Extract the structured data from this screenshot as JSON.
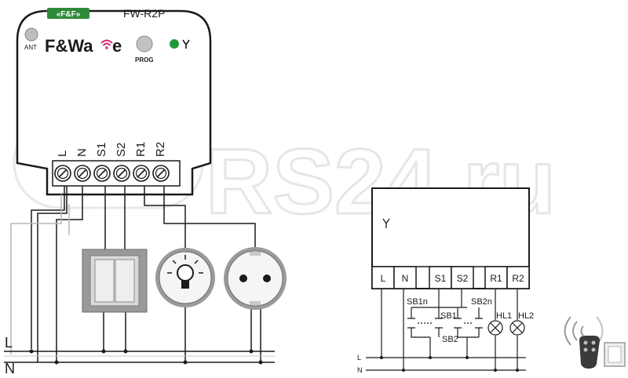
{
  "watermark": "RS24.ru",
  "device": {
    "brand_badge": "«F&F»",
    "model": "FW-R2P",
    "brand_text": "F&Wa",
    "brand_text_tail": "e",
    "ant_label": "ANT",
    "prog_label": "PROG",
    "terminals": [
      "L",
      "N",
      "S1",
      "S2",
      "R1",
      "R2"
    ],
    "colors": {
      "led": "#1f9a3a",
      "wifi": "#d6246e",
      "badge": "#2d8a3a"
    }
  },
  "mains": {
    "line_label": "L",
    "neutral_label": "N"
  },
  "schematic": {
    "terminals": [
      "L",
      "N",
      "S1",
      "S2",
      "R1",
      "R2"
    ],
    "labels": {
      "sb1n": "SB1n",
      "sb1": "SB1",
      "sb2n": "SB2n",
      "sb2": "SB2",
      "hl1": "HL1",
      "hl2": "HL2",
      "line": "L",
      "neutral": "N"
    }
  },
  "icons": [
    "antenna-icon",
    "wifi-icon",
    "switch-icon",
    "lamp-icon",
    "socket-icon",
    "remote-icon",
    "signal-icon",
    "wall-button-icon"
  ]
}
